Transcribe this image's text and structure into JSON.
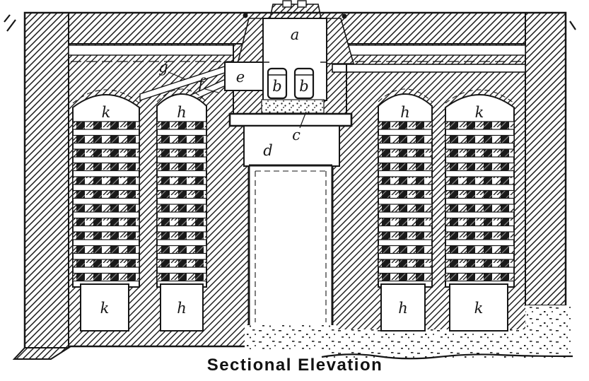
{
  "drawing": {
    "caption": "Sectional Elevation",
    "ink_color": "#161616",
    "paper_color": "#ffffff",
    "labels": {
      "a": "a",
      "b_left": "b",
      "b_right": "b",
      "c": "c",
      "d": "d",
      "e": "e",
      "f": "f",
      "g": "g",
      "arch_far_left": "k",
      "arch_mid_left": "h",
      "arch_mid_right": "h",
      "arch_far_right": "k",
      "base_far_left": "k",
      "base_mid_left": "h",
      "base_mid_right": "h",
      "base_far_right": "k"
    }
  }
}
